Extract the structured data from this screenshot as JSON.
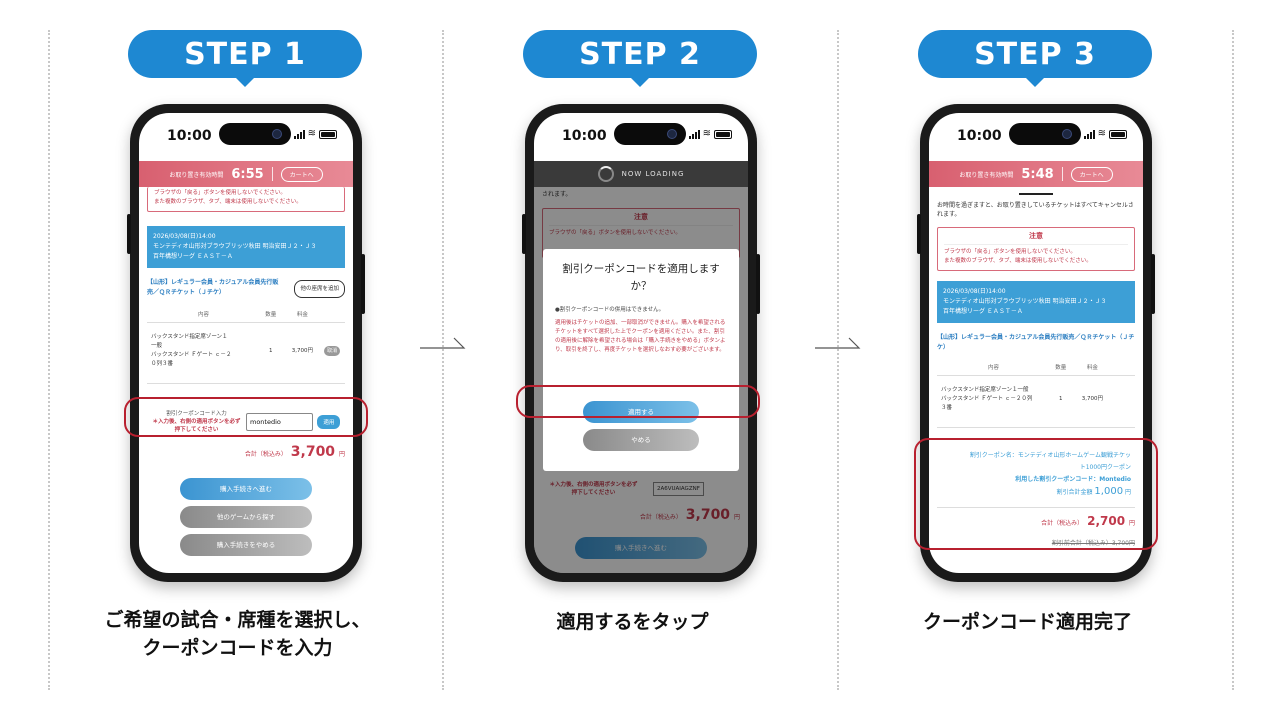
{
  "steps": [
    {
      "badge": "STEP 1",
      "caption_line1": "ご希望の試合・席種を選択し、",
      "caption_line2": "クーポンコードを入力"
    },
    {
      "badge": "STEP 2",
      "caption_line1": "適用するをタップ",
      "caption_line2": ""
    },
    {
      "badge": "STEP 3",
      "caption_line1": "クーポンコード適用完了",
      "caption_line2": ""
    }
  ],
  "phone": {
    "time": "10:00"
  },
  "screen1": {
    "timer_label": "お取り置き有効時間",
    "timer_value": "6:55",
    "cart_label": "カートへ",
    "warning_line1": "ブラウザの「戻る」ボタンを使用しないでください。",
    "warning_line2": "また複数のブラウザ、タブ、端末は使用しないでください。",
    "match_line1": "2026/03/08(日)14:00",
    "match_line2": "モンテディオ山形対ブラウブリッツ秋田 明治安田Ｊ２・Ｊ３",
    "match_line3": "百年構想リーグ ＥＡＳＴ－Ａ",
    "seat_title": "【山形】レギュラー会員・カジュアル会員先行販売／ＱＲチケット（Ｊチケ）",
    "other_seat_button": "他の座席を追加",
    "col_content": "内容",
    "col_qty": "数量",
    "col_price": "料金",
    "item_line1": "バックスタンド指定席ゾーン１",
    "item_line2": "一般",
    "item_line3": "バックスタンド Ｆゲート ｃ－２",
    "item_line4": "０列３番",
    "item_qty": "1",
    "item_price": "3,700円",
    "cancel_label": "取消",
    "coupon_label": "割引クーポンコード入力",
    "coupon_note_1": "＊入力後、右側の適用ボタンを必ず",
    "coupon_note_2": "押下してください",
    "coupon_value": "montedio",
    "apply_small": "適用",
    "total_label": "合計（税込み）",
    "total_amount": "3,700",
    "yen": "円",
    "btn_checkout": "購入手続きへ進む",
    "btn_other_game": "他のゲームから探す",
    "btn_quit": "購入手続きをやめる"
  },
  "screen2": {
    "loading": "NOW LOADING",
    "bg_text": "されます。",
    "bg_notice": "注意",
    "bg_warn": "ブラウザの「戻る」ボタンを使用しないでください。",
    "modal_question": "割引クーポンコードを適用しますか？",
    "note1": "●割引クーポンコードの併用はできません。",
    "note2": "適用後はチケットの追加、一部取消ができません。購入を希望されるチケットをすべて選択した上でクーポンを適用ください。また、割引の適用後に解除を希望される場合は「購入手続きをやめる」ボタンより、取引を終了し、再度チケットを選択しなおす必要がございます。",
    "btn_apply": "適用する",
    "btn_cancel": "やめる",
    "bg_coupon_note": "＊入力後、右側の適用ボタンを必ず",
    "bg_coupon_note2": "押下してください",
    "bg_code": "2A6VUAIAGZNF",
    "bg_total_label": "合計（税込み）",
    "bg_total": "3,700",
    "yen": "円",
    "bg_btn": "購入手続きへ進む"
  },
  "screen3": {
    "timer_label": "お取り置き有効時間",
    "timer_value": "5:48",
    "cart_label": "カートへ",
    "intro": "お時間を過ぎますと、お取り置きしているチケットはすべてキャンセルされます。",
    "notice_title": "注意",
    "warning_line1": "ブラウザの「戻る」ボタンを使用しないでください。",
    "warning_line2": "また複数のブラウザ、タブ、端末は使用しないでください。",
    "match_line1": "2026/03/08(日)14:00",
    "match_line2": "モンテディオ山形対ブラウブリッツ秋田 明治安田Ｊ２・Ｊ３",
    "match_line3": "百年構想リーグ ＥＡＳＴ－Ａ",
    "seat_title": "【山形】レギュラー会員・カジュアル会員先行販売／ＱＲチケット（Ｊチケ）",
    "col_content": "内容",
    "col_qty": "数量",
    "col_price": "料金",
    "item_line1": "バックスタンド指定席ゾーン１一般",
    "item_line2": "バックスタンド Ｆゲート ｃ－２０列",
    "item_line3": "３番",
    "item_qty": "1",
    "item_price": "3,700円",
    "coupon_name_1": "割引クーポン名：モンテディオ山形ホームゲーム観戦チケッ",
    "coupon_name_2": "ト1000円クーポン",
    "coupon_used": "利用した割引クーポンコード：Montedio",
    "discount_label": "割引合計金額",
    "discount_value": "1,000",
    "yen": "円",
    "total_label": "合計（税込み）",
    "total_amount": "2,700",
    "before_total": "割引前合計（税込み）3,700円"
  }
}
